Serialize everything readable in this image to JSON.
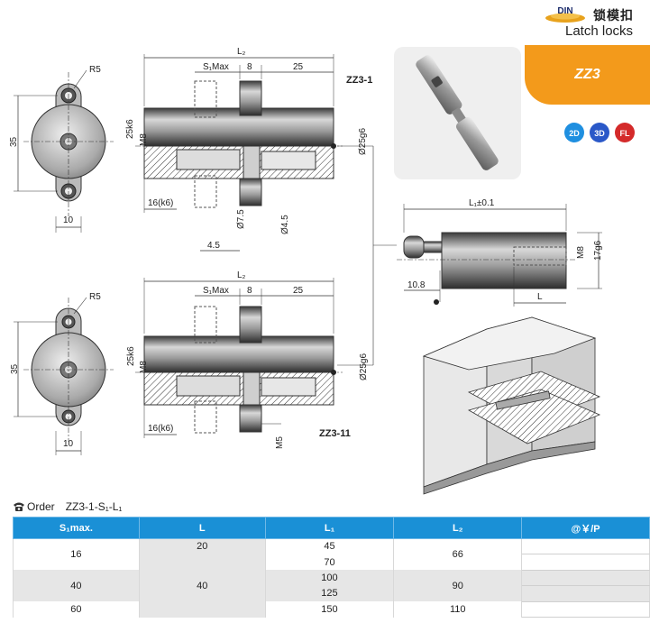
{
  "header": {
    "din_label": "DIN",
    "title_cn": "锁模扣",
    "title_en": "Latch locks"
  },
  "badge": {
    "label": "ZZ3"
  },
  "icons": {
    "items": [
      {
        "name": "cad-2d",
        "label": "2D",
        "color": "#1f8fe0"
      },
      {
        "name": "cad-3d",
        "label": "3D",
        "color": "#2a58c8"
      },
      {
        "name": "fl",
        "label": "FL",
        "color": "#d42a2a"
      }
    ]
  },
  "drawing_top": {
    "model": "ZZ3-1",
    "dims": {
      "l2": "L₂",
      "s1max": "S₁Max",
      "d8": "8",
      "d25": "25",
      "r5": "R5",
      "h35": "35",
      "w10": "10",
      "k6": "25k6",
      "m8": "M8",
      "g6": "Ø25g6",
      "k16": "16(k6)",
      "d75": "Ø7.5",
      "d45": "Ø4.5",
      "d45b": "4.5"
    }
  },
  "drawing_bottom": {
    "model": "ZZ3-11",
    "dims": {
      "l2": "L₂",
      "s1max": "S₁Max",
      "d8": "8",
      "d25": "25",
      "r5": "R5",
      "h35": "35",
      "w10": "10",
      "k6": "25k6",
      "m8": "M8",
      "g6": "Ø25g6",
      "k16": "16(k6)",
      "m5": "M5"
    }
  },
  "drawing_pin": {
    "dims": {
      "l1": "L₁±0.1",
      "m8": "M8",
      "g6": "17g6",
      "d108": "10.8",
      "l": "L"
    }
  },
  "order": {
    "label": "Order",
    "code": "ZZ3-1-S₁-L₁"
  },
  "table": {
    "headers": [
      "S₁max.",
      "L",
      "L₁",
      "L₂",
      "@￥/P"
    ],
    "s1": [
      "16",
      "40",
      "60"
    ],
    "l_values": [
      "20",
      "40"
    ],
    "l1_values": [
      "45",
      "70",
      "100",
      "125",
      "150"
    ],
    "l2": [
      "66",
      "90",
      "110"
    ]
  }
}
